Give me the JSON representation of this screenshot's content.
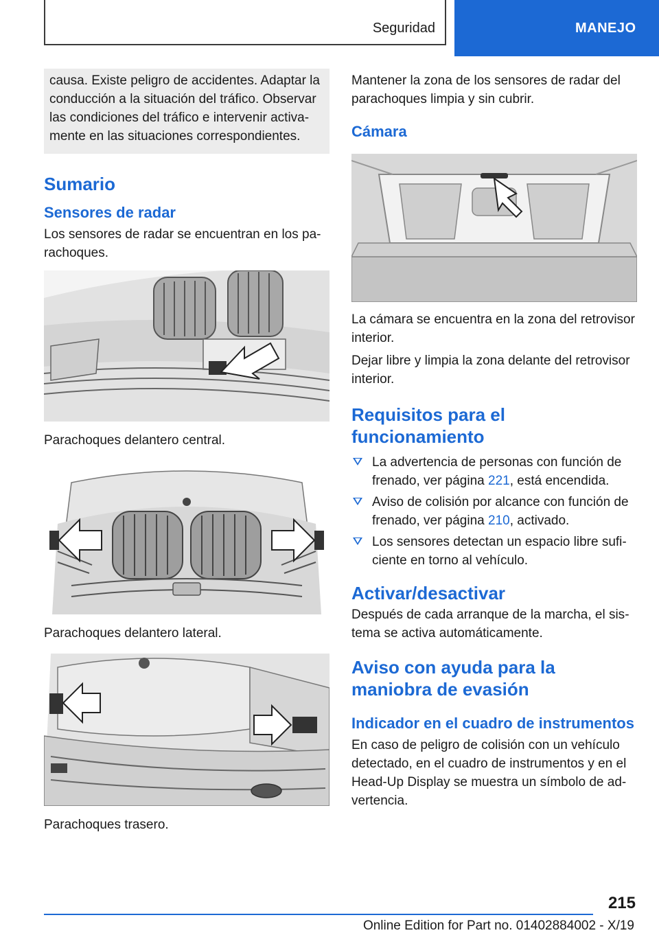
{
  "header": {
    "section": "Seguridad",
    "chapter": "MANEJO"
  },
  "left": {
    "warning_text": "causa. Existe peligro de accidentes. Adaptar la conducción a la situación del tráfico. Observar las condiciones del tráfico e intervenir activa­mente en las situaciones correspondientes.",
    "heading_sumario": "Sumario",
    "heading_sensores": "Sensores de radar",
    "sensores_text": "Los sensores de radar se encuentran en los pa­rachoques.",
    "caption_front_center": "Parachoques delantero central.",
    "caption_front_side": "Parachoques delantero lateral.",
    "caption_rear": "Parachoques trasero."
  },
  "right": {
    "keep_clean_text": "Mantener la zona de los sensores de radar del parachoques limpia y sin cubrir.",
    "heading_camara": "Cámara",
    "camara_text_1": "La cámara se encuentra en la zona del retrovisor interior.",
    "camara_text_2": "Dejar libre y limpia la zona delante del retrovisor interior.",
    "heading_requisitos": "Requisitos para el funcionamiento",
    "requisitos": [
      {
        "before": "La advertencia de personas con función de frenado, ver página ",
        "page": "221",
        "after": ", está encendida."
      },
      {
        "before": "Aviso de colisión por alcance con función de frenado, ver página ",
        "page": "210",
        "after": ", activado."
      },
      {
        "before": "Los sensores detectan un espacio libre sufi­ciente en torno al vehículo.",
        "page": "",
        "after": ""
      }
    ],
    "heading_activar": "Activar/desactivar",
    "activar_text": "Después de cada arranque de la marcha, el sis­tema se activa automáticamente.",
    "heading_aviso": "Aviso con ayuda para la maniobra de evasión",
    "heading_indicador": "Indicador en el cuadro de instrumentos",
    "indicador_text": "En caso de peligro de colisión con un vehículo detectado, en el cuadro de instrumentos y en el Head-Up Display se muestra un símbolo de ad­vertencia."
  },
  "footer": {
    "page_number": "215",
    "edition": "Online Edition for Part no. 01402884002 - X/19"
  }
}
